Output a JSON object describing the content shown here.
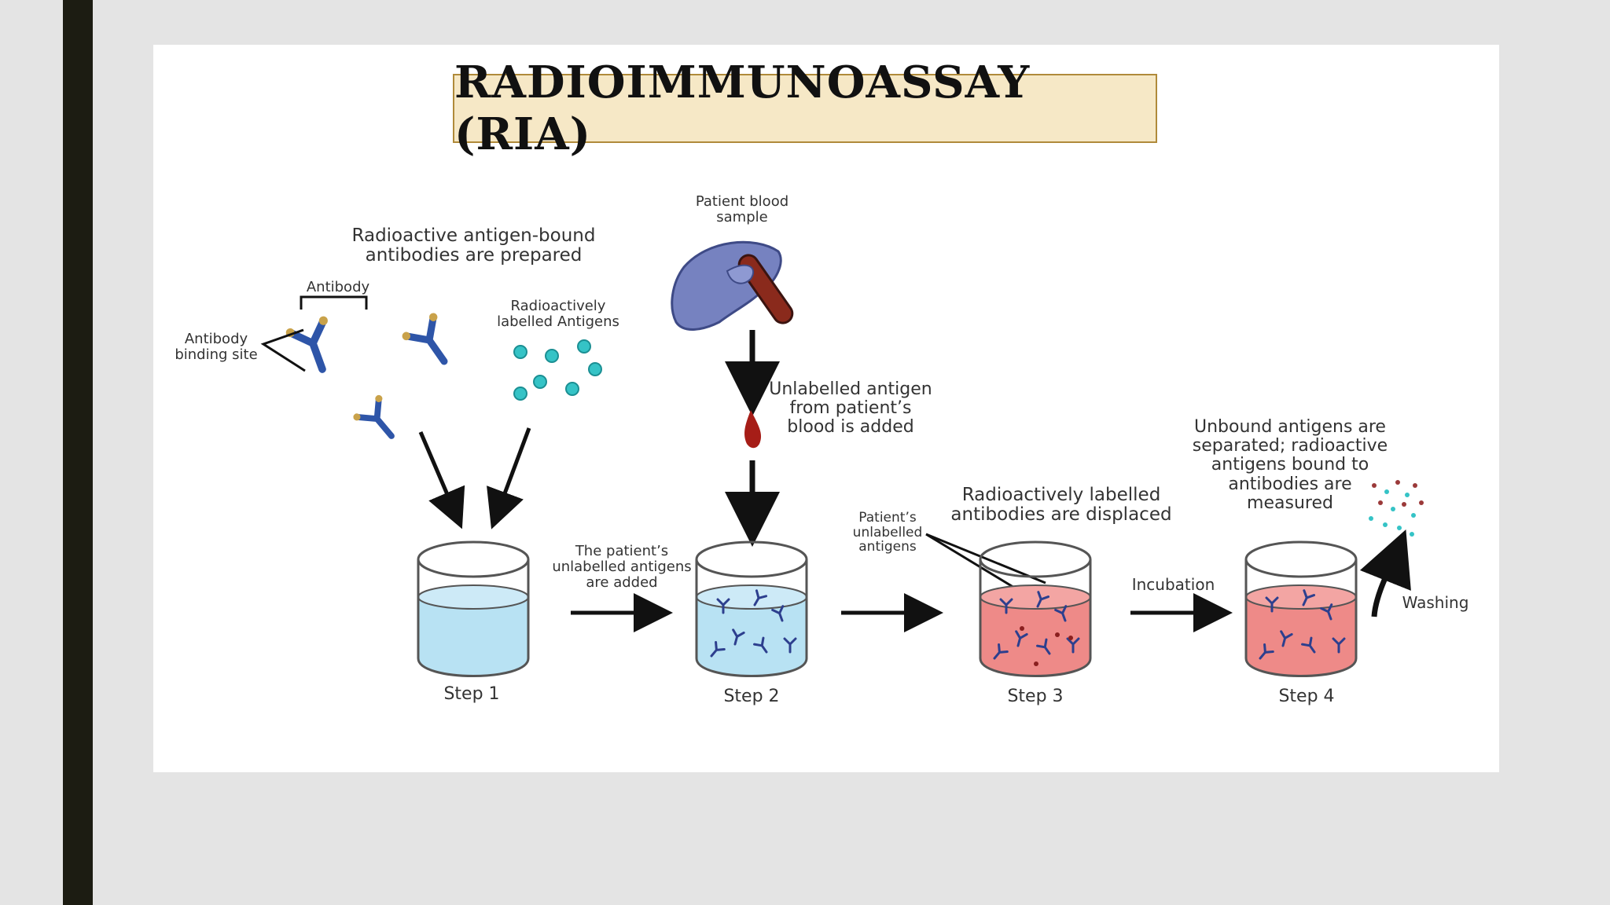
{
  "slide": {
    "title": "RADIOIMMUNOASSAY (RIA)"
  },
  "diagram": {
    "labels": {
      "prepared": "Radioactive antigen-bound\nantibodies are prepared",
      "antibody": "Antibody",
      "binding_site": "Antibody\nbinding site",
      "radio_antigens": "Radioactively\nlabelled Antigens",
      "blood_sample": "Patient blood\nsample",
      "unlabelled_added": "Unlabelled antigen\nfrom patient’s\nblood is added",
      "patient_added": "The patient’s\nunlabelled antigens\nare added",
      "patient_unlabelled": "Patient’s\nunlabelled\nantigens",
      "displaced": "Radioactively labelled\nantibodies are displaced",
      "incubation": "Incubation",
      "unbound": "Unbound antigens are\nseparated; radioactive\nantigens bound to\nantibodies are\nmeasured",
      "washing": "Washing"
    },
    "steps": [
      "Step 1",
      "Step 2",
      "Step 3",
      "Step 4"
    ]
  },
  "colors": {
    "sidebar": "#1c1c12",
    "title_fill": "#f6e8c6",
    "title_border": "#b08a3a",
    "liquid_blue": "#b8e2f3",
    "liquid_red": "#ee8a88",
    "antibody_blue": "#2e55a8",
    "antigen_teal": "#35c3c6"
  }
}
